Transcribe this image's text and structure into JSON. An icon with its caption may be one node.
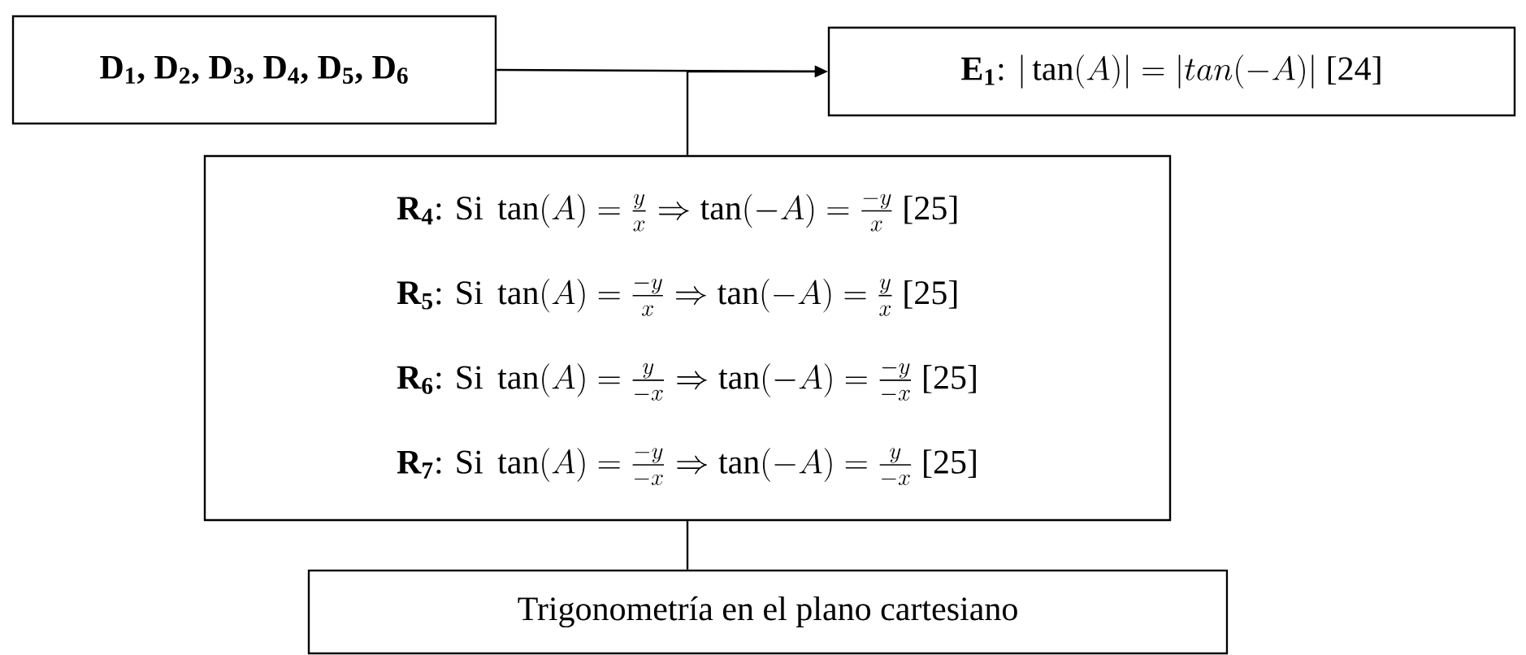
{
  "diagram": {
    "nodes": [
      {
        "text": [
          "D$_{1}$, D$_{2}$, D$_{3}$, D$_{4}$, D$_{5}$, D$_{6}$"
        ]
      },
      {
        "text": [
          "\\mathbf{E_1}\\textrm{: }|\\tan(A)| = |tan(-A)|\\ \\textrm{[24]}"
        ]
      },
      {
        "text": [
          "\\mathbf{R_4}\\textrm{: Si }\\tan(A) = \\frac{y}{x} \\Rightarrow \\tan(-A) = \\frac{-y}{x}\\ \\textrm{[25]}",
          "\\mathbf{R_5}\\textrm{: Si }\\tan(A) = \\frac{-y}{x} \\Rightarrow \\tan(-A) = \\frac{y}{x}\\ \\textrm{[25]}",
          "\\mathbf{R_6}\\textrm{: Si }\\tan(A) = \\frac{y}{-x} \\Rightarrow \\tan(-A) = \\frac{-y}{-x}\\ \\textrm{[25]}",
          "\\mathbf{R_7}\\textrm{: Si }\\tan(A) = \\frac{-y}{-x} \\Rightarrow \\tan(-A) = \\frac{y}{-x}\\ \\textrm{[25]}"
        ]
      },
      {
        "text": [
          "Trigonometría en el plano cartesiano"
        ]
      }
    ],
    "edges": [
      {
        "from": 0,
        "to": 1,
        "arrow": "to"
      },
      {
        "from": 2,
        "to": 1,
        "arrow": "to"
      },
      {
        "from": 3,
        "to": 2,
        "arrow": "none"
      }
    ]
  }
}
